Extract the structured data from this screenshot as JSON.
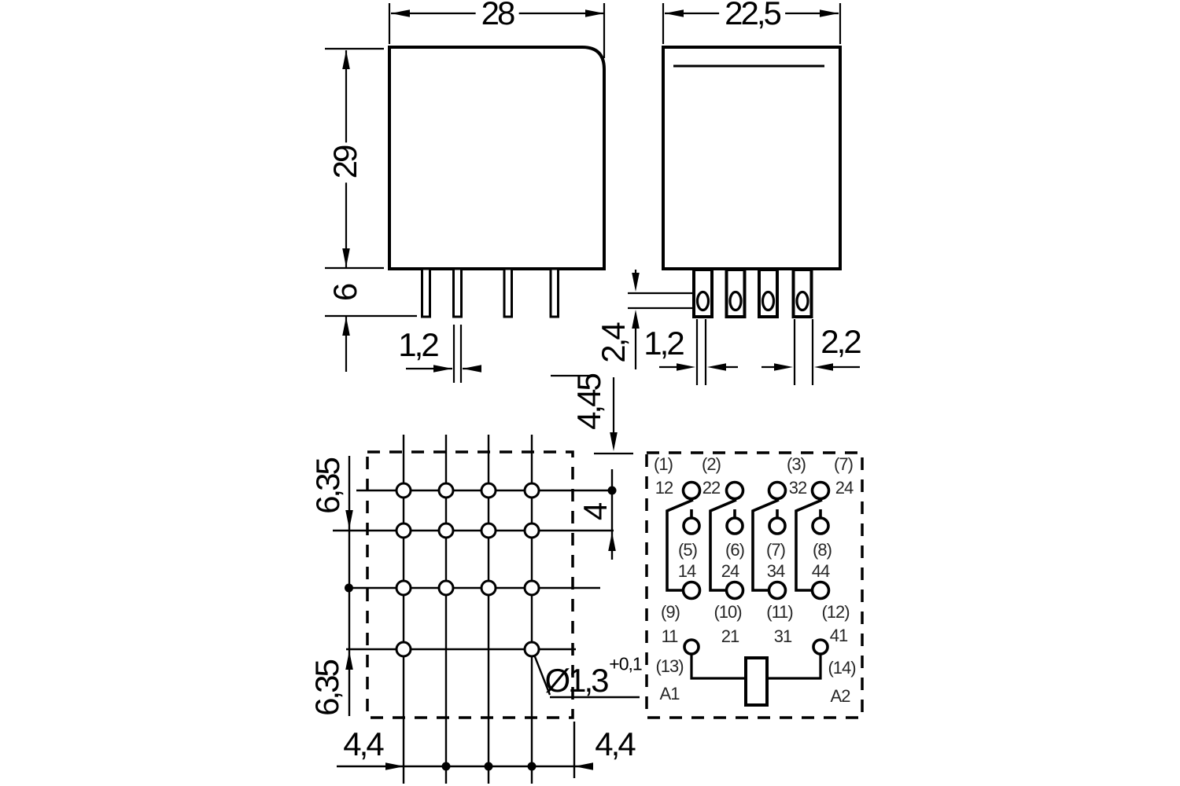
{
  "front_view": {
    "width": "28",
    "height": "29",
    "pin_length": "6",
    "pin_width": "1,2"
  },
  "side_view": {
    "width": "22,5",
    "slot_height": "2,4",
    "pin_thickness": "1,2",
    "pin_width": "2,2",
    "pin_to_board": "4,45"
  },
  "pin_layout": {
    "row_pitch_top": "6,35",
    "row_pitch_bottom": "6,35",
    "row_pitch_small": "4",
    "edge_left": "4,4",
    "edge_right": "4,4",
    "hole_diameter": "Ø1,3",
    "hole_tolerance": "+0,1"
  },
  "circuit": {
    "groups": [
      {
        "pin_top": "(1)",
        "nc": "12",
        "pin_mid": "(5)",
        "no": "14",
        "pin_bot": "(9)",
        "common": "11"
      },
      {
        "pin_top": "(2)",
        "nc": "22",
        "pin_mid": "(6)",
        "no": "24",
        "pin_bot": "(10)",
        "common": "21"
      },
      {
        "pin_top": "(3)",
        "nc": "32",
        "pin_mid": "(7)",
        "no": "34",
        "pin_bot": "(11)",
        "common": "31"
      },
      {
        "pin_top": "(7)",
        "nc": "24",
        "pin_mid": "(8)",
        "no": "44",
        "pin_bot": "(12)",
        "common": "41"
      }
    ],
    "coil": {
      "left_pin": "(13)",
      "left_terminal": "A1",
      "right_pin": "(14)",
      "right_terminal": "A2"
    }
  }
}
